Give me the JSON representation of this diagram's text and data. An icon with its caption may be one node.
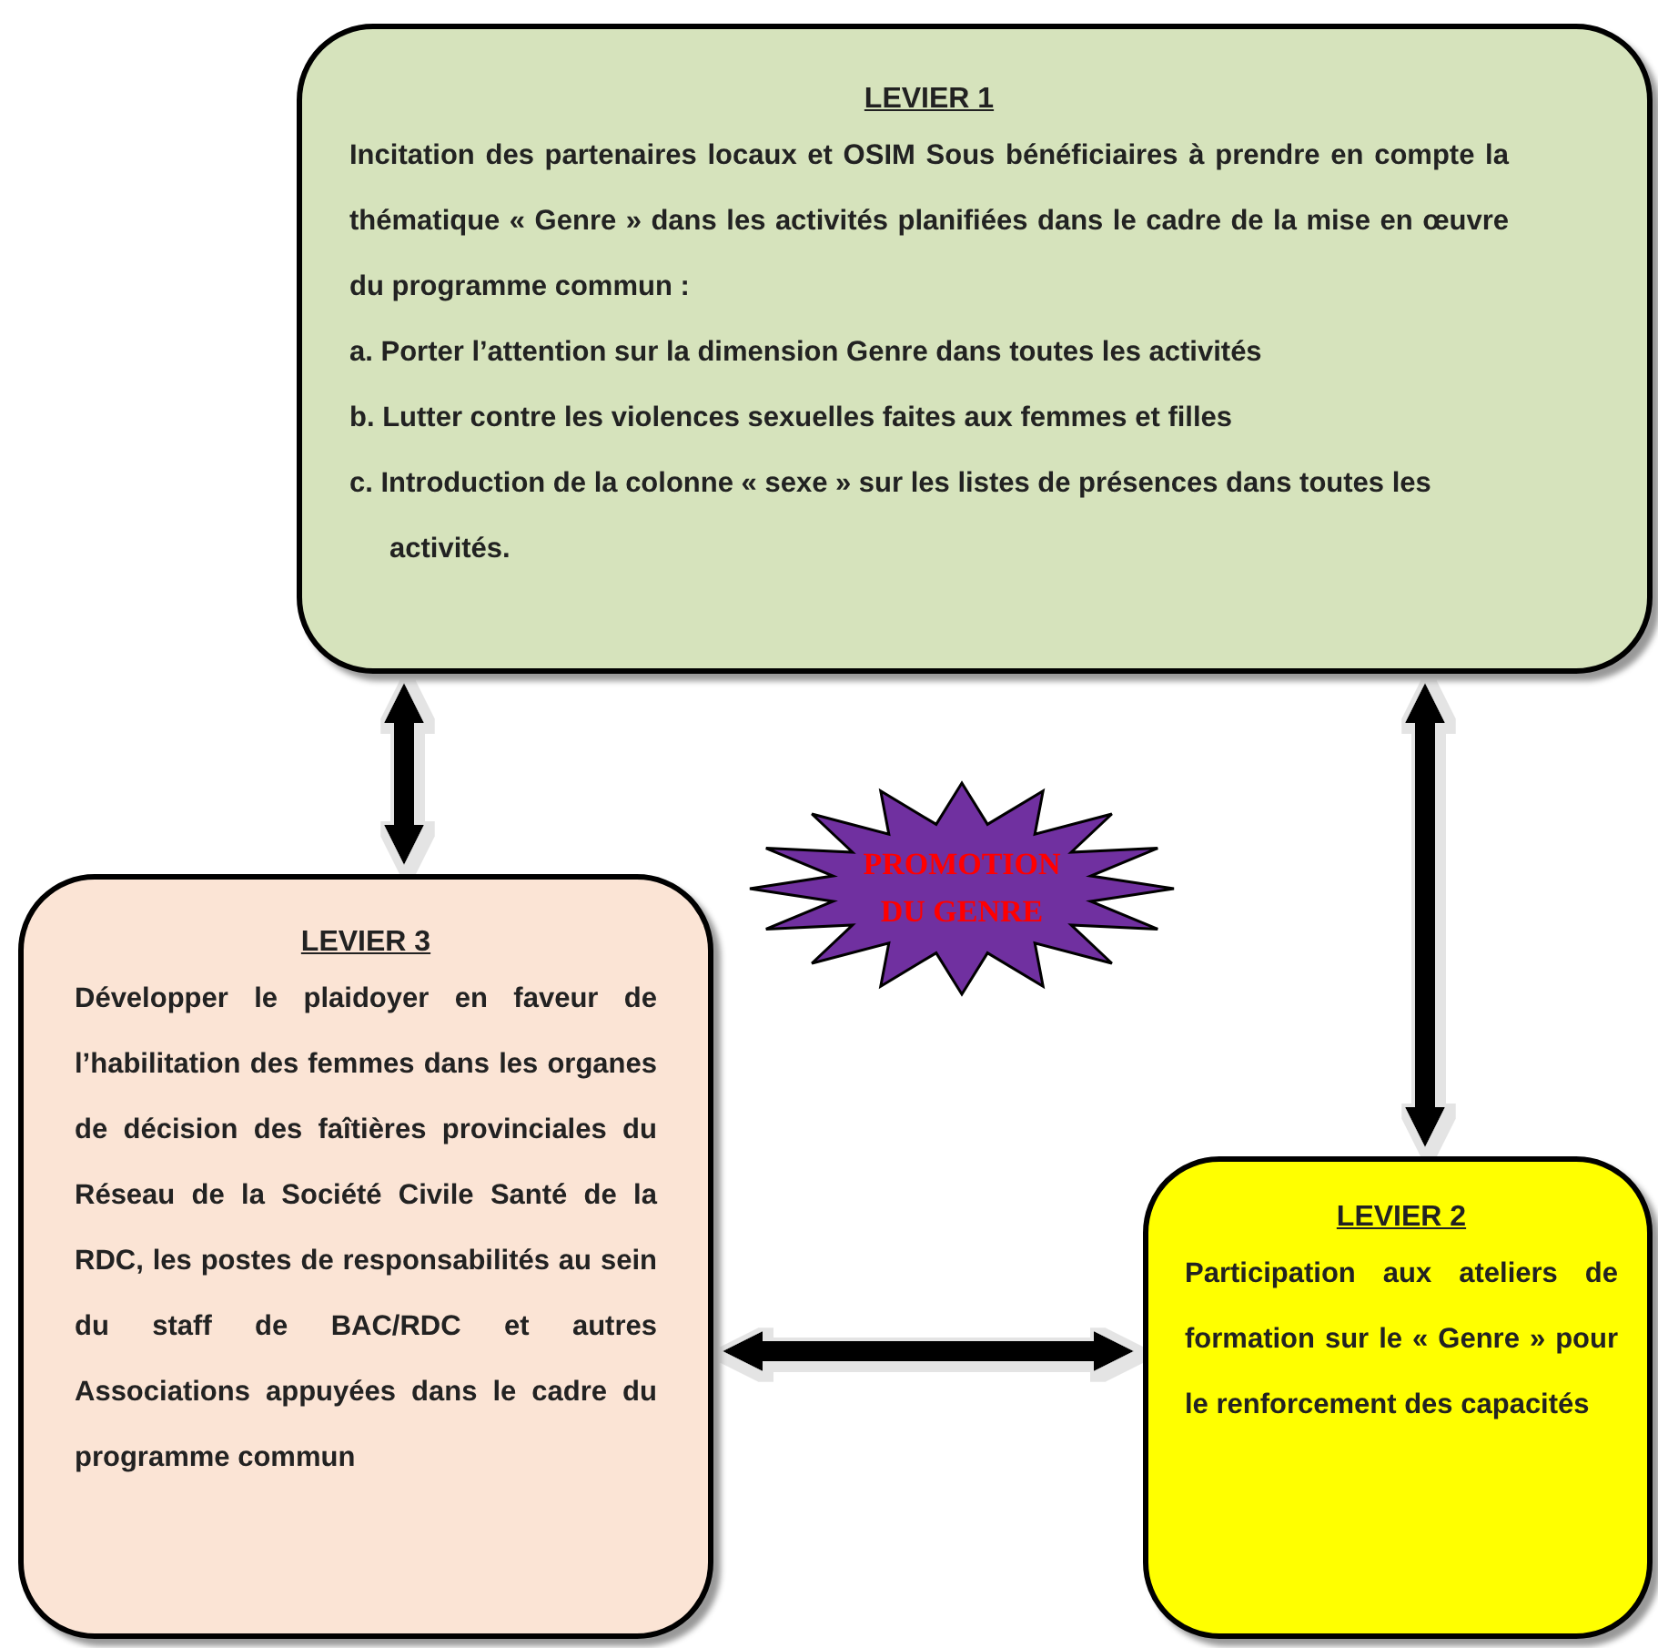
{
  "diagram": {
    "nodes": [
      {
        "text": [
          "LEVIER 1",
          "Incitation des partenaires locaux et OSIM Sous bénéficiaires à prendre en compte la thématique « Genre » dans les activités planifiées dans le cadre de la mise en œuvre du programme commun :",
          "a. Porter l’attention sur la dimension Genre dans toutes les activités",
          "b. Lutter contre les violences sexuelles faites aux femmes et filles",
          "c. Introduction de la colonne « sexe » sur les listes de présences dans toutes les activités."
        ]
      },
      {
        "text": [
          "PROMOTION DU GENRE"
        ]
      },
      {
        "text": [
          "LEVIER 3",
          "Développer le plaidoyer en faveur de l’habilitation des femmes dans les organes de décision des faîtières provinciales du Réseau de la Société Civile Santé de la RDC, les postes de responsabilités au sein du staff de BAC/RDC et autres Associations appuyées dans le cadre du programme commun"
        ]
      },
      {
        "text": [
          "LEVIER 2",
          "Participation aux ateliers de formation sur le « Genre » pour le renforcement des capacités"
        ]
      }
    ],
    "edges": [
      {
        "from": 0,
        "to": 2,
        "arrow": "both"
      },
      {
        "from": 0,
        "to": 3,
        "arrow": "both"
      },
      {
        "from": 2,
        "to": 3,
        "arrow": "both"
      }
    ]
  }
}
